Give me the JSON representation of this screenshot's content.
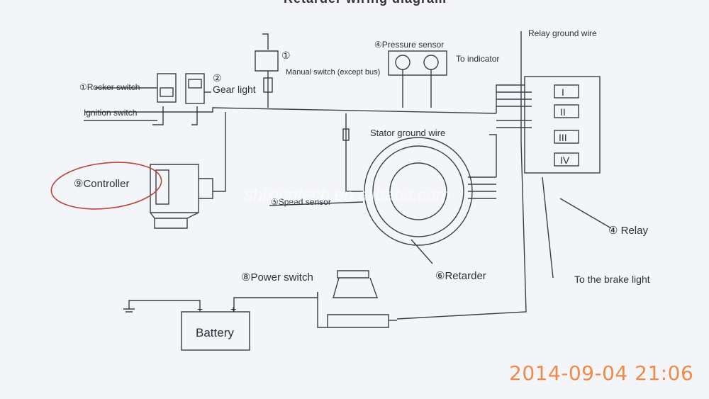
{
  "title": "Retarder wiring diagram",
  "labels": {
    "relay_ground_wire": "Relay ground wire",
    "pressure_sensor": "④Pressure sensor",
    "to_indicator": "To indicator",
    "manual_switch_num": "①",
    "manual_switch": "Manual switch (except bus)",
    "rocker_switch": "①Rocker switch",
    "gear_light_num": "②",
    "gear_light": "Gear light",
    "ignition_switch": "Ignition switch",
    "stator_ground_wire": "Stator ground wire",
    "controller": "⑨Controller",
    "speed_sensor": "⑤Speed sensor",
    "relay": "④ Relay",
    "retarder": "⑥Retarder",
    "power_switch": "⑧Power switch",
    "to_brake_light": "To the brake light",
    "battery": "Battery",
    "battery_minus": "−",
    "battery_plus": "+"
  },
  "relay_positions": [
    "I",
    "II",
    "III",
    "IV"
  ],
  "watermark": "shixingtech.en.alibaba.com",
  "timestamp": "2014-09-04 21:06",
  "colors": {
    "paper": "#f4f5f8",
    "ink": "#2b2f3a",
    "timestamp": "#f08a4a",
    "pen_circle": "#b8463e"
  }
}
